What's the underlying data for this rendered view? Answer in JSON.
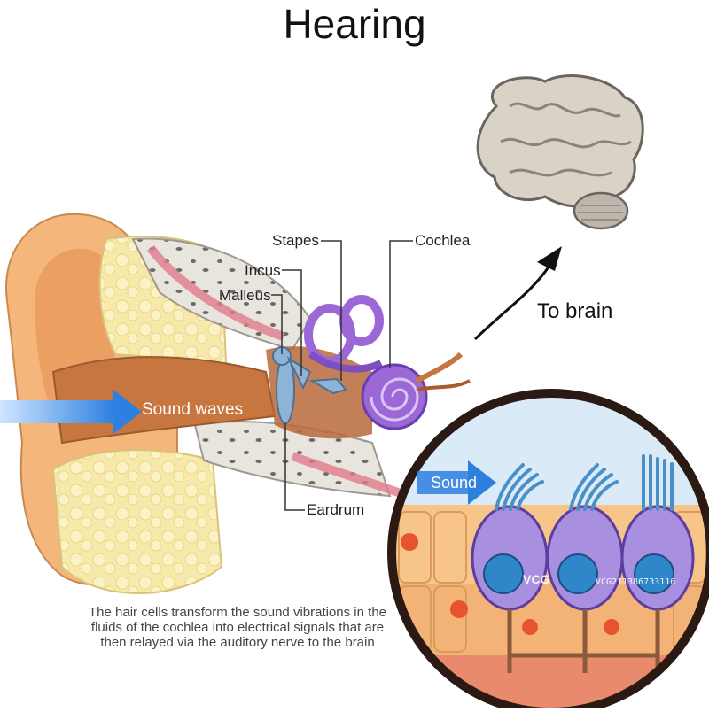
{
  "title": "Hearing",
  "labels": {
    "stapes": "Stapes",
    "incus": "Incus",
    "malleus": "Malleus",
    "cochlea": "Cochlea",
    "eardrum": "Eardrum",
    "sound_waves": "Sound waves",
    "sound": "Sound",
    "to_brain": "To brain"
  },
  "caption": "The hair cells transform the sound vibrations in the fluids of the cochlea into electrical signals that are then relayed via the auditory nerve to the brain",
  "watermark": {
    "logo": "VCG",
    "text": "VCG211386733116"
  },
  "colors": {
    "skin": "#f4b67a",
    "bone": "#e6e2dc",
    "canal": "#c7763f",
    "cochlea": "#9b68d6",
    "hair_cell": "#a98fe0",
    "nucleus": "#2f86c8",
    "arrow": "#3a8be0",
    "fat": "#f4e8a8"
  }
}
